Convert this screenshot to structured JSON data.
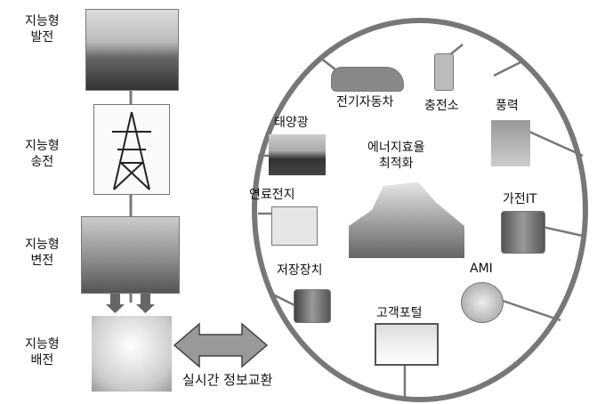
{
  "left_chain": [
    {
      "line1": "지능형",
      "line2": "발전"
    },
    {
      "line1": "지능형",
      "line2": "송전"
    },
    {
      "line1": "지능형",
      "line2": "변전"
    },
    {
      "line1": "지능형",
      "line2": "배전"
    }
  ],
  "exchange_label": "실시간 정보교환",
  "ring_items": {
    "ev": "전기자동차",
    "charging": "충전소",
    "wind": "풍력",
    "solar": "태양광",
    "center_line1": "에너지효율",
    "center_line2": "최적화",
    "fuel_cell": "연료전지",
    "appliance": "가전IT",
    "storage": "저장장치",
    "ami": "AMI",
    "portal": "고객포털"
  }
}
